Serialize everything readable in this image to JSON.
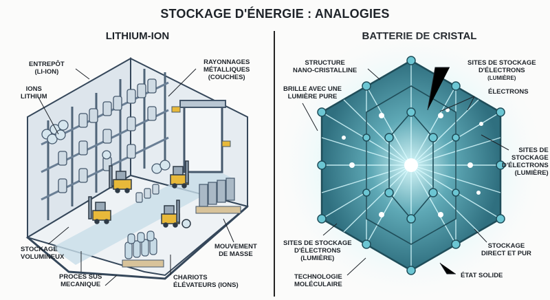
{
  "title": "STOCKAGE D'ÉNERGIE : ANALOGIES",
  "left": {
    "heading": "LITHIUM-ION",
    "labels": {
      "entrepot": [
        "ENTREPÔT",
        "(LI-ION)"
      ],
      "ions": [
        "IONS",
        "LITHIUM"
      ],
      "rayonnages": [
        "RAYONNAGES",
        "MÉTALLIQUES",
        "(COUCHES)"
      ],
      "stockage": [
        "STOCKAGE",
        "VOLUMINEUX"
      ],
      "processus": [
        "PROCES SUS",
        "MECANIQUE"
      ],
      "chariots": [
        "CHARIOTS",
        "ÉLÉVATEURS (IONS)"
      ],
      "mouvement": [
        "MOUVEMENT",
        "DE MASSE"
      ]
    }
  },
  "right": {
    "heading": "BATTERIE DE CRISTAL",
    "labels": {
      "structure": [
        "STRUCTURE",
        "NANO-CRISTALLINE"
      ],
      "brille": [
        "BRILLE AVEC UNE",
        "LUMIÈRE PURE"
      ],
      "sites_top": [
        "SITES DE STOCKAGE",
        "D'ÉLECTRONS",
        "(LUMIÈRE)"
      ],
      "electrons": [
        "ÉLECTRONS"
      ],
      "sites_right": [
        "SITES DE",
        "STOCKAGE",
        "D'ÉLECTRONS",
        "(LUMIÈRE)"
      ],
      "sites_bottom": [
        "SITES DE STOCKAGE",
        "D'ÉLECTRONS",
        "(LUMIÈRE)"
      ],
      "technologie": [
        "TECHNOLOGIE",
        "MOLÉCULAIRE"
      ],
      "stockage_direct": [
        "STOCKAGE",
        "DIRECT ET PUR"
      ],
      "etat": [
        "ÉTAT SOLIDE"
      ]
    }
  },
  "colors": {
    "wall": "#dfe6ec",
    "floor": "#eef2f5",
    "lane": "#c7dde8",
    "rack": "#6a7f95",
    "forklift": "#e8b93a",
    "crystal_dark": "#2f6f7f",
    "crystal_node": "#6cc6d3",
    "glow": "#e9ffff"
  }
}
